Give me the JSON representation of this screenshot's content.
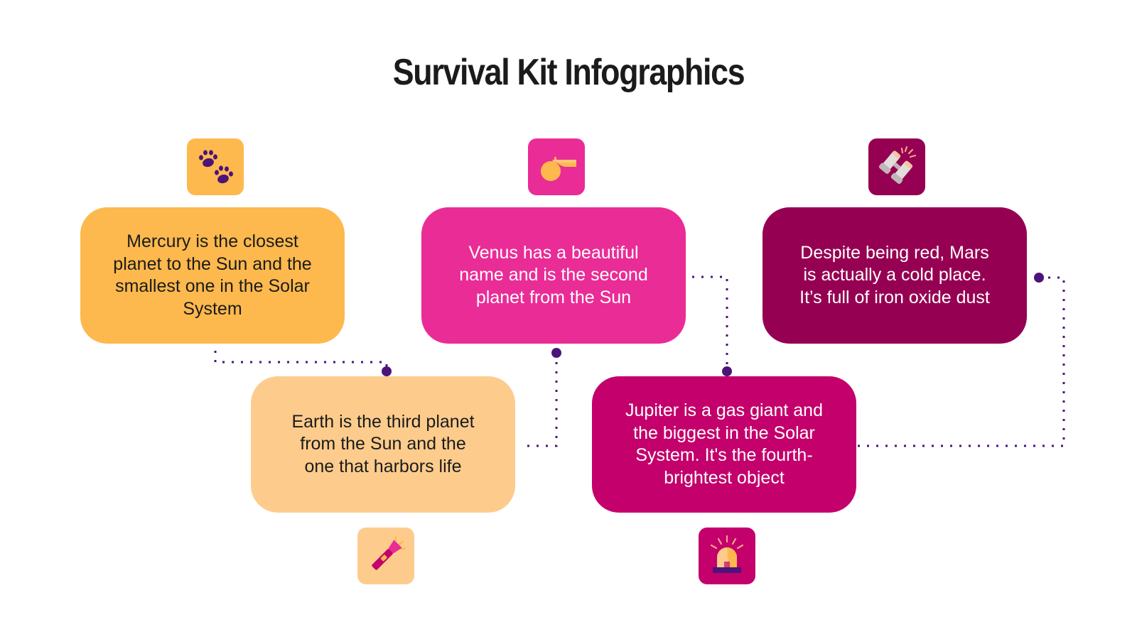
{
  "title": "Survival Kit Infographics",
  "colors": {
    "mercury": "#FDB94D",
    "venus": "#EA2C96",
    "mars": "#960052",
    "earth": "#FDCC8D",
    "jupiter": "#C3006B",
    "connector": "#4C1479",
    "title": "#1B1B1B"
  },
  "cards": [
    {
      "id": "mercury",
      "text": "Mercury is the closest planet to the Sun and the smallest one in the Solar System",
      "icon": "paw-prints-icon"
    },
    {
      "id": "venus",
      "text": "Venus has a beautiful name and is the second planet from the Sun",
      "icon": "whistle-icon"
    },
    {
      "id": "mars",
      "text": "Despite being red, Mars is actually a cold place. It’s full of iron oxide dust",
      "icon": "binoculars-icon"
    },
    {
      "id": "earth",
      "text": "Earth is the third planet from the Sun and the one that harbors life",
      "icon": "flashlight-icon"
    },
    {
      "id": "jupiter",
      "text": "Jupiter is a gas giant and the biggest in the Solar System. It's the fourth-brightest object",
      "icon": "siren-light-icon"
    }
  ]
}
